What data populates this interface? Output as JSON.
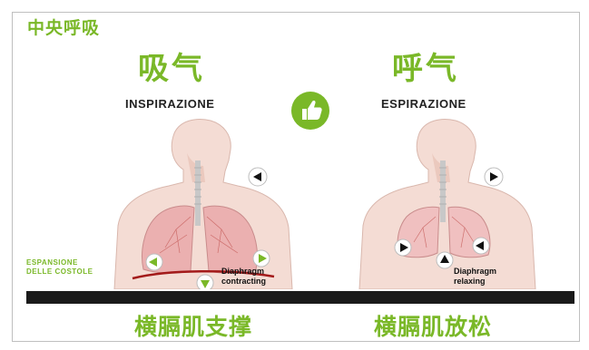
{
  "corner_title": "中央呼吸",
  "left": {
    "title": "吸气",
    "phase": "INSPIRAZIONE",
    "annotation": [
      "ESPANSIONE",
      "DELLE COSTOLE"
    ],
    "diaphragm_label": [
      "Diaphragm",
      "contracting"
    ],
    "caption": "横膈肌支撑"
  },
  "right": {
    "title": "呼气",
    "phase": "ESPIRAZIONE",
    "diaphragm_label": [
      "Diaphragm",
      "relaxing"
    ],
    "caption": "横膈肌放松"
  },
  "colors": {
    "accent_green": "#7ab828",
    "skin": "#f4dcd4",
    "lung": "#e8a3a3",
    "bar": "#1a1a1a"
  },
  "icons": [
    "thumbs-up-icon",
    "arrow-icon"
  ]
}
